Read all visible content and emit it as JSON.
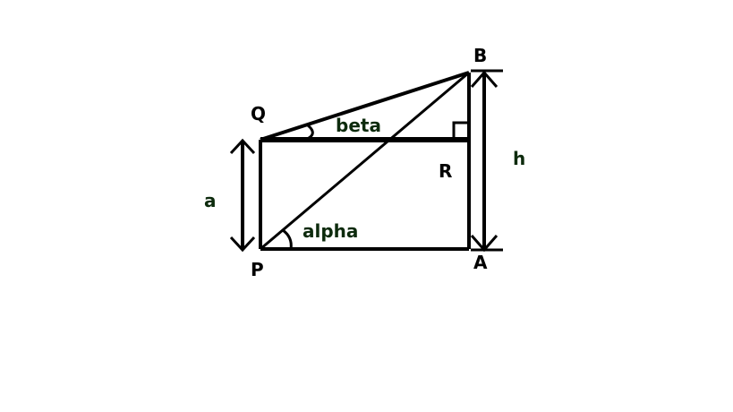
{
  "diagram": {
    "points": {
      "P": "P",
      "Q": "Q",
      "R": "R",
      "A": "A",
      "B": "B"
    },
    "lengths": {
      "a": "a",
      "h": "h"
    },
    "angles": {
      "alpha": "alpha",
      "beta": "beta"
    },
    "colors": {
      "lines": "#000000",
      "point_labels": "#000000",
      "length_labels": "#0d2b0d",
      "angle_labels": "#0d2b0d",
      "background": "#ffffff"
    }
  }
}
